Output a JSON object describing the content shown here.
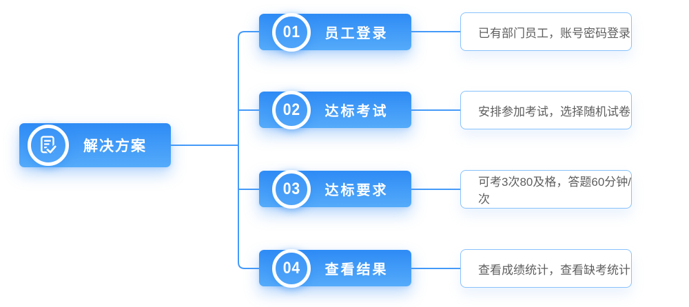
{
  "root": {
    "label": "解决方案",
    "icon": "document-check-icon"
  },
  "steps": [
    {
      "number": "01",
      "label": "员工登录",
      "description": "已有部门员工，账号密码登录"
    },
    {
      "number": "02",
      "label": "达标考试",
      "description": "安排参加考试，选择随机试卷"
    },
    {
      "number": "03",
      "label": "达标要求",
      "description": "可考3次80及格，答题60分钟/次"
    },
    {
      "number": "04",
      "label": "查看结果",
      "description": "查看成绩统计，查看缺考统计"
    }
  ],
  "colors": {
    "node_gradient_start": "#2e8bf5",
    "node_gradient_end": "#55abfa",
    "connector": "#4399f8",
    "desc_border": "#87c1fb",
    "desc_text": "#5e5e5e",
    "node_text": "#ffffff"
  }
}
